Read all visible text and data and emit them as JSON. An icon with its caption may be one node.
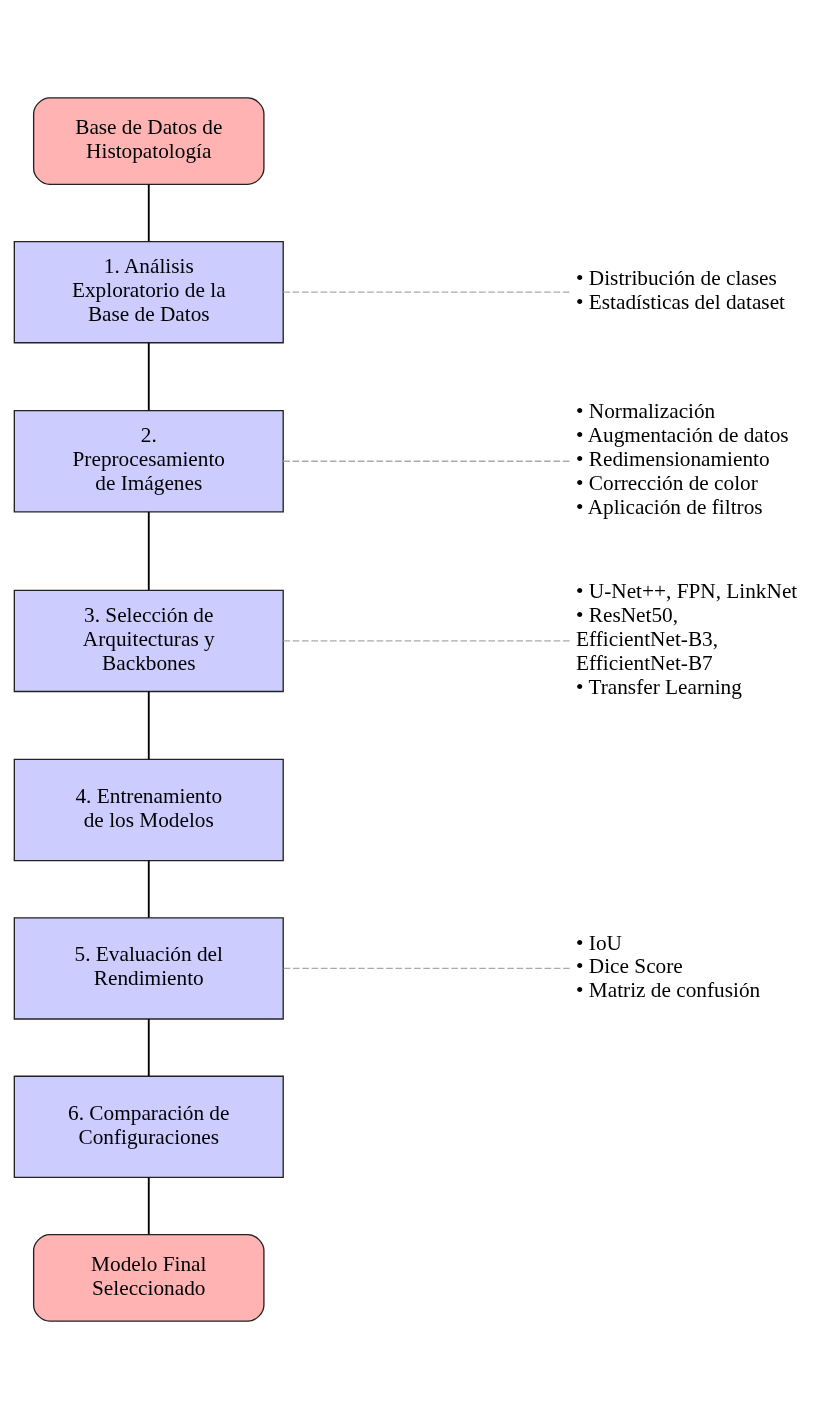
{
  "diagram": {
    "nodes": [
      {
        "text": [
          "Base de Datos de Histopatología"
        ]
      },
      {
        "text": [
          "1. Análisis Exploratorio de la Base de Datos"
        ]
      },
      {
        "text": [
          "• Distribución de clases",
          "• Estadísticas del dataset"
        ]
      },
      {
        "text": [
          "2. Preprocesamiento de Imágenes"
        ]
      },
      {
        "text": [
          "• Normalización",
          "• Augmentación de datos",
          "• Redimensionamiento",
          "• Corrección de color",
          "• Aplicación de filtros"
        ]
      },
      {
        "text": [
          "3. Selección de Arquitecturas y Backbones"
        ]
      },
      {
        "text": [
          "• U-Net++, FPN, LinkNet",
          "• ResNet50, EfficientNet-B3, EfficientNet-B7",
          "• Transfer Learning"
        ]
      },
      {
        "text": [
          "4. Entrenamiento de los Modelos"
        ]
      },
      {
        "text": [
          "5. Evaluación del Rendimiento"
        ]
      },
      {
        "text": [
          "• IoU",
          "• Dice Score",
          "• Matriz de confusión"
        ]
      },
      {
        "text": [
          "6. Comparación de Configuraciones"
        ]
      },
      {
        "text": [
          "Modelo Final Seleccionado"
        ]
      }
    ],
    "edges": [
      {
        "from": 0,
        "to": 1,
        "arrow": "none"
      },
      {
        "from": 1,
        "to": 2,
        "arrow": "none",
        "style": "dashed",
        "color": "#aaaaaa"
      },
      {
        "from": 1,
        "to": 3,
        "arrow": "none"
      },
      {
        "from": 3,
        "to": 4,
        "arrow": "none",
        "style": "dashed",
        "color": "#aaaaaa"
      },
      {
        "from": 3,
        "to": 5,
        "arrow": "none"
      },
      {
        "from": 5,
        "to": 6,
        "arrow": "none",
        "style": "dashed",
        "color": "#aaaaaa"
      },
      {
        "from": 5,
        "to": 7,
        "arrow": "none"
      },
      {
        "from": 7,
        "to": 8,
        "arrow": "none"
      },
      {
        "from": 8,
        "to": 9,
        "arrow": "none",
        "style": "dashed",
        "color": "#aaaaaa"
      },
      {
        "from": 8,
        "to": 10,
        "arrow": "none"
      },
      {
        "from": 10,
        "to": 11,
        "arrow": "none"
      }
    ]
  }
}
